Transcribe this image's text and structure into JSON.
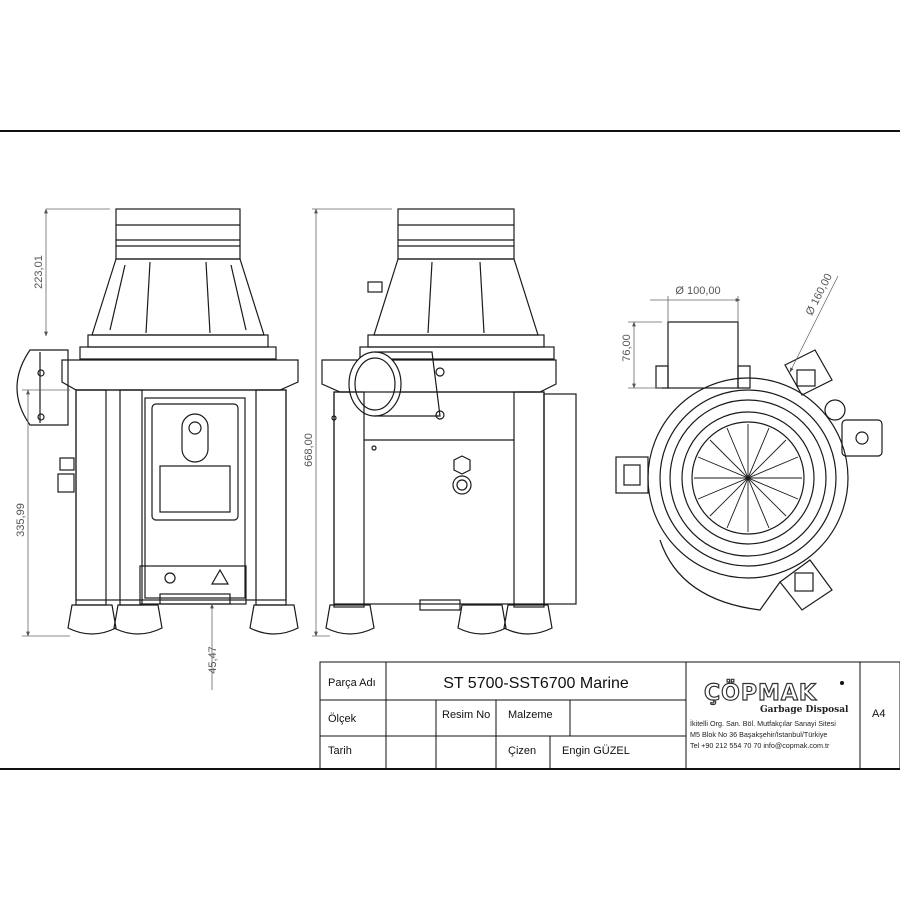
{
  "dimensions": {
    "top_height": "223,01",
    "total_height": "668,00",
    "lower_height": "335,99",
    "foot_height": "45,47",
    "inlet_diameter": "Ø 100,00",
    "outer_diameter": "Ø 160,00",
    "inlet_height": "76,00"
  },
  "title_block": {
    "part_name_label": "Parça Adı",
    "part_name": "ST 5700-SST6700 Marine",
    "scale_label": "Ölçek",
    "drawing_no_label": "Resim No",
    "material_label": "Malzeme",
    "date_label": "Tarih",
    "drawn_by_label": "Çizen",
    "drawn_by": "Engin GÜZEL",
    "company_logo": "ÇÖPMAK",
    "company_tagline": "Garbage Disposal",
    "address_line1": "İkitelli Org. San. Böl. Mutfakçılar Sanayi Sitesi",
    "address_line2": "M5 Blok No 36 Başakşehir/İstanbul/Türkiye",
    "address_line3": "Tel +90 212 554 70 70 info@copmak.com.tr",
    "paper_size": "A4"
  }
}
